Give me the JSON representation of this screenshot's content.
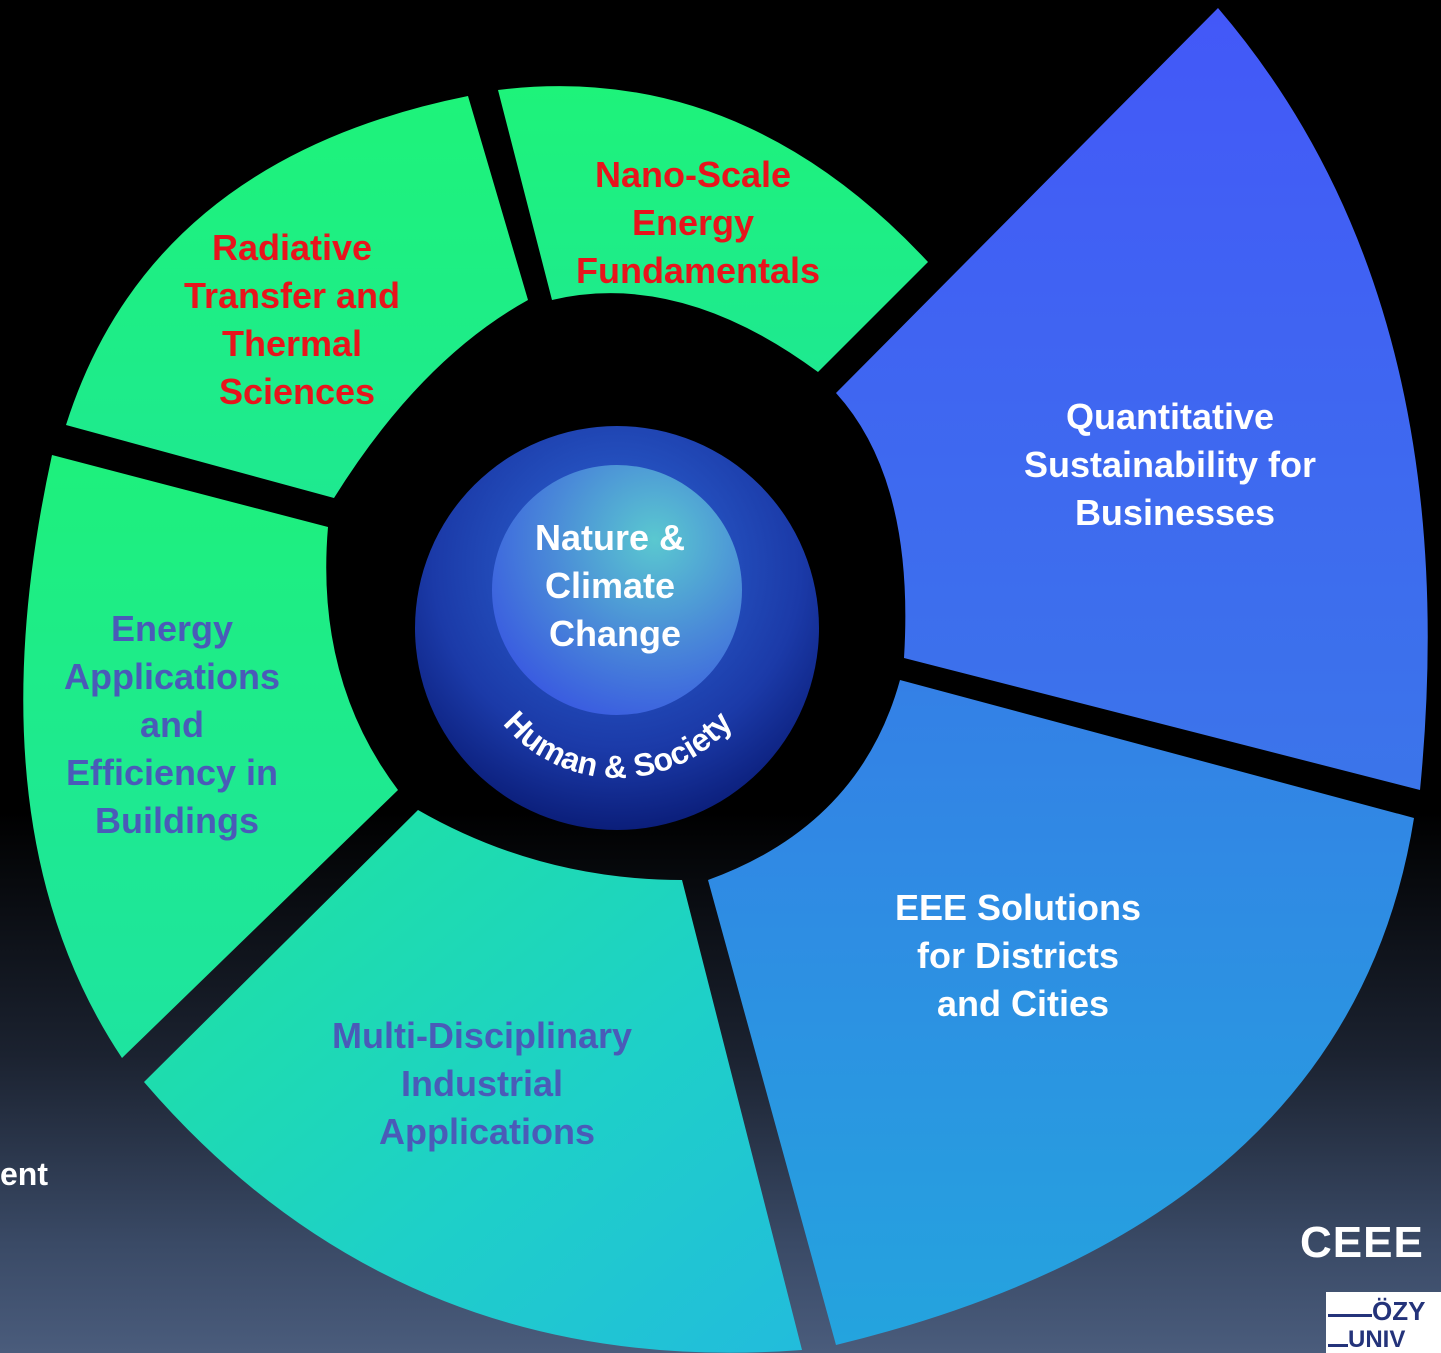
{
  "segments": [
    {
      "id": "radiative",
      "lines": [
        "Radiative",
        "Transfer and",
        "Thermal",
        "Sciences"
      ],
      "text_color": "#e8141c"
    },
    {
      "id": "nano",
      "lines": [
        "Nano-Scale",
        "Energy",
        "Fundamentals"
      ],
      "text_color": "#e8141c"
    },
    {
      "id": "quantitative",
      "lines": [
        "Quantitative",
        "Sustainability for",
        "Businesses"
      ],
      "text_color": "#ffffff"
    },
    {
      "id": "eee",
      "lines": [
        "EEE Solutions",
        "for  Districts",
        "and Cities"
      ],
      "text_color": "#ffffff"
    },
    {
      "id": "multi",
      "lines": [
        "Multi-Disciplinary",
        "Industrial",
        "Applications"
      ],
      "text_color": "#4a5bb8"
    },
    {
      "id": "energy",
      "lines": [
        "Energy",
        "Applications",
        "and",
        "Efficiency in",
        "Buildings"
      ],
      "text_color": "#4a5bb8"
    }
  ],
  "center": {
    "lines": [
      "Nature &",
      "Climate",
      "Change"
    ],
    "ring_text": "Human & Society"
  },
  "edge": {
    "left_fragment": "ent",
    "brand": "CEEE",
    "logo_top": "ÖZY",
    "logo_bottom": "UNIV"
  },
  "colors": {
    "green": "#1ef07c",
    "teal": "#1ec8d8",
    "blue": "#3a6cf0",
    "red_text": "#e8141c",
    "purple_text": "#4a5bb8"
  }
}
